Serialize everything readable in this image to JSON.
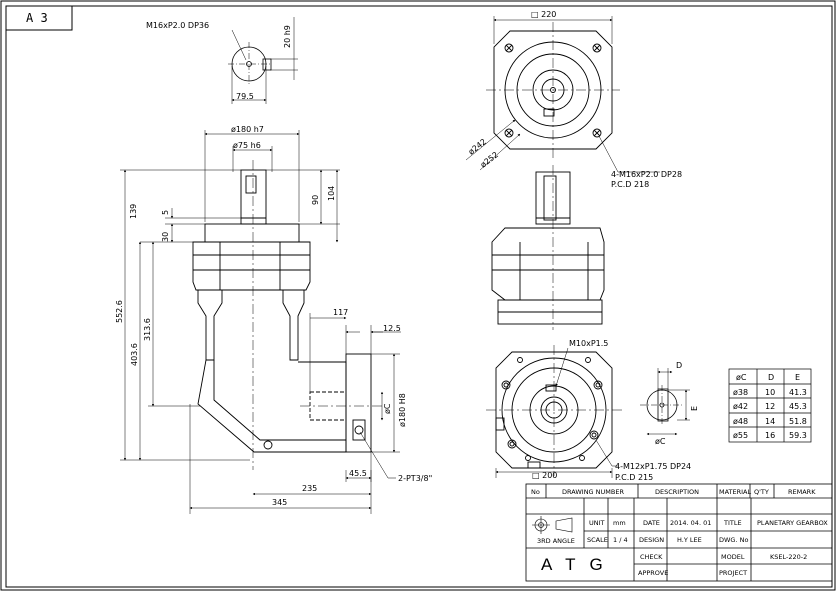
{
  "sheet": {
    "size_label": "A 3"
  },
  "top_view": {
    "thread_callout": "M16xP2.0  DP36",
    "dim_height": "20 h9",
    "dim_width": "79.5"
  },
  "side_view": {
    "dims": {
      "d180": "ø180 h7",
      "d75": "ø75 h6",
      "d90": "90",
      "d104": "104",
      "d139": "139",
      "d5": "5",
      "d30": "30",
      "d552": "552.6",
      "d403": "403.6",
      "d313": "313.6",
      "d117": "117",
      "d12": "12.5",
      "dC": "øC",
      "d180H8": "ø180 H8",
      "d45": "45.5",
      "d235": "235",
      "d345": "345"
    },
    "port_callout": "2-PT3/8\""
  },
  "front_view": {
    "dim_square_top": "□ 220",
    "dim_242": "ø242",
    "dim_252": "ø252",
    "bolt_callout": "4-M16xP2.0  DP28",
    "bolt_pcd": "P.C.D 218",
    "tap_callout": "M10xP1.5",
    "bolt2_callout": "4-M12xP1.75  DP24",
    "bolt2_pcd": "P.C.D 215",
    "dim_square_bottom": "□ 200"
  },
  "keyway": {
    "d_label": "D",
    "e_label": "E",
    "c_label": "øC"
  },
  "shaft_table": {
    "headers": [
      "øC",
      "D",
      "E"
    ],
    "rows": [
      [
        "ø38",
        "10",
        "41.3"
      ],
      [
        "ø42",
        "12",
        "45.3"
      ],
      [
        "ø48",
        "14",
        "51.8"
      ],
      [
        "ø55",
        "16",
        "59.3"
      ]
    ]
  },
  "title_block": {
    "headers": {
      "no": "No",
      "drawing_number": "DRAWING NUMBER",
      "description": "DESCRIPTION",
      "material": "MATERIAL",
      "qty": "Q'TY",
      "remark": "REMARK"
    },
    "projection": "3RD ANGLE",
    "unit_label": "UNIT",
    "unit_value": "mm",
    "scale_label": "SCALE",
    "scale_value": "1 / 4",
    "date_label": "DATE",
    "date_value": "2014. 04. 01",
    "design_label": "DESIGN",
    "design_value": "H.Y LEE",
    "check_label": "CHECK",
    "approve_label": "APPROVE",
    "title_label": "TITLE",
    "title_value": "PLANETARY GEARBOX",
    "dwg_label": "DWG. No",
    "model_label": "MODEL",
    "model_value": "KSEL-220-2",
    "project_label": "PROJECT",
    "company_logo": "ATG"
  },
  "colors": {
    "line": "#000000",
    "paper": "#ffffff"
  }
}
